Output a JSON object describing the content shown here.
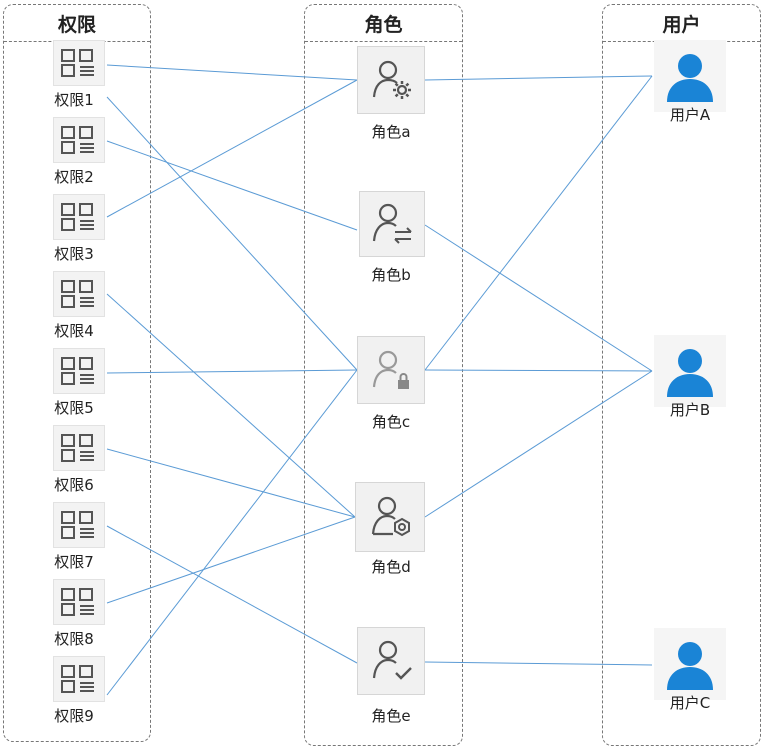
{
  "columns": {
    "permissions": "权限",
    "roles": "角色",
    "users": "用户"
  },
  "permissions": [
    {
      "id": "p1",
      "label": "权限1"
    },
    {
      "id": "p2",
      "label": "权限2"
    },
    {
      "id": "p3",
      "label": "权限3"
    },
    {
      "id": "p4",
      "label": "权限4"
    },
    {
      "id": "p5",
      "label": "权限5"
    },
    {
      "id": "p6",
      "label": "权限6"
    },
    {
      "id": "p7",
      "label": "权限7"
    },
    {
      "id": "p8",
      "label": "权限8"
    },
    {
      "id": "p9",
      "label": "权限9"
    }
  ],
  "roles": [
    {
      "id": "ra",
      "label": "角色a",
      "icon": "user-gear-icon"
    },
    {
      "id": "rb",
      "label": "角色b",
      "icon": "user-switch-icon"
    },
    {
      "id": "rc",
      "label": "角色c",
      "icon": "user-lock-icon"
    },
    {
      "id": "rd",
      "label": "角色d",
      "icon": "user-settings-icon"
    },
    {
      "id": "re",
      "label": "角色e",
      "icon": "user-check-icon"
    }
  ],
  "users": [
    {
      "id": "ua",
      "label": "用户A",
      "icon": "person-icon"
    },
    {
      "id": "ub",
      "label": "用户B",
      "icon": "person-icon"
    },
    {
      "id": "uc",
      "label": "用户C",
      "icon": "person-icon"
    }
  ],
  "perm_role_links": [
    [
      "p1",
      "ra"
    ],
    [
      "p1",
      "rc"
    ],
    [
      "p2",
      "rb"
    ],
    [
      "p3",
      "ra"
    ],
    [
      "p4",
      "rd"
    ],
    [
      "p5",
      "rc"
    ],
    [
      "p6",
      "rd"
    ],
    [
      "p7",
      "re"
    ],
    [
      "p8",
      "rd"
    ],
    [
      "p9",
      "rc"
    ]
  ],
  "role_user_links": [
    [
      "ra",
      "ua"
    ],
    [
      "rb",
      "ub"
    ],
    [
      "rc",
      "ua"
    ],
    [
      "rc",
      "ub"
    ],
    [
      "rd",
      "ub"
    ],
    [
      "re",
      "uc"
    ]
  ],
  "colors": {
    "link": "#5b9bd5",
    "user": "#1a84d6",
    "icon": "#555555",
    "lock_icon": "#999999"
  }
}
